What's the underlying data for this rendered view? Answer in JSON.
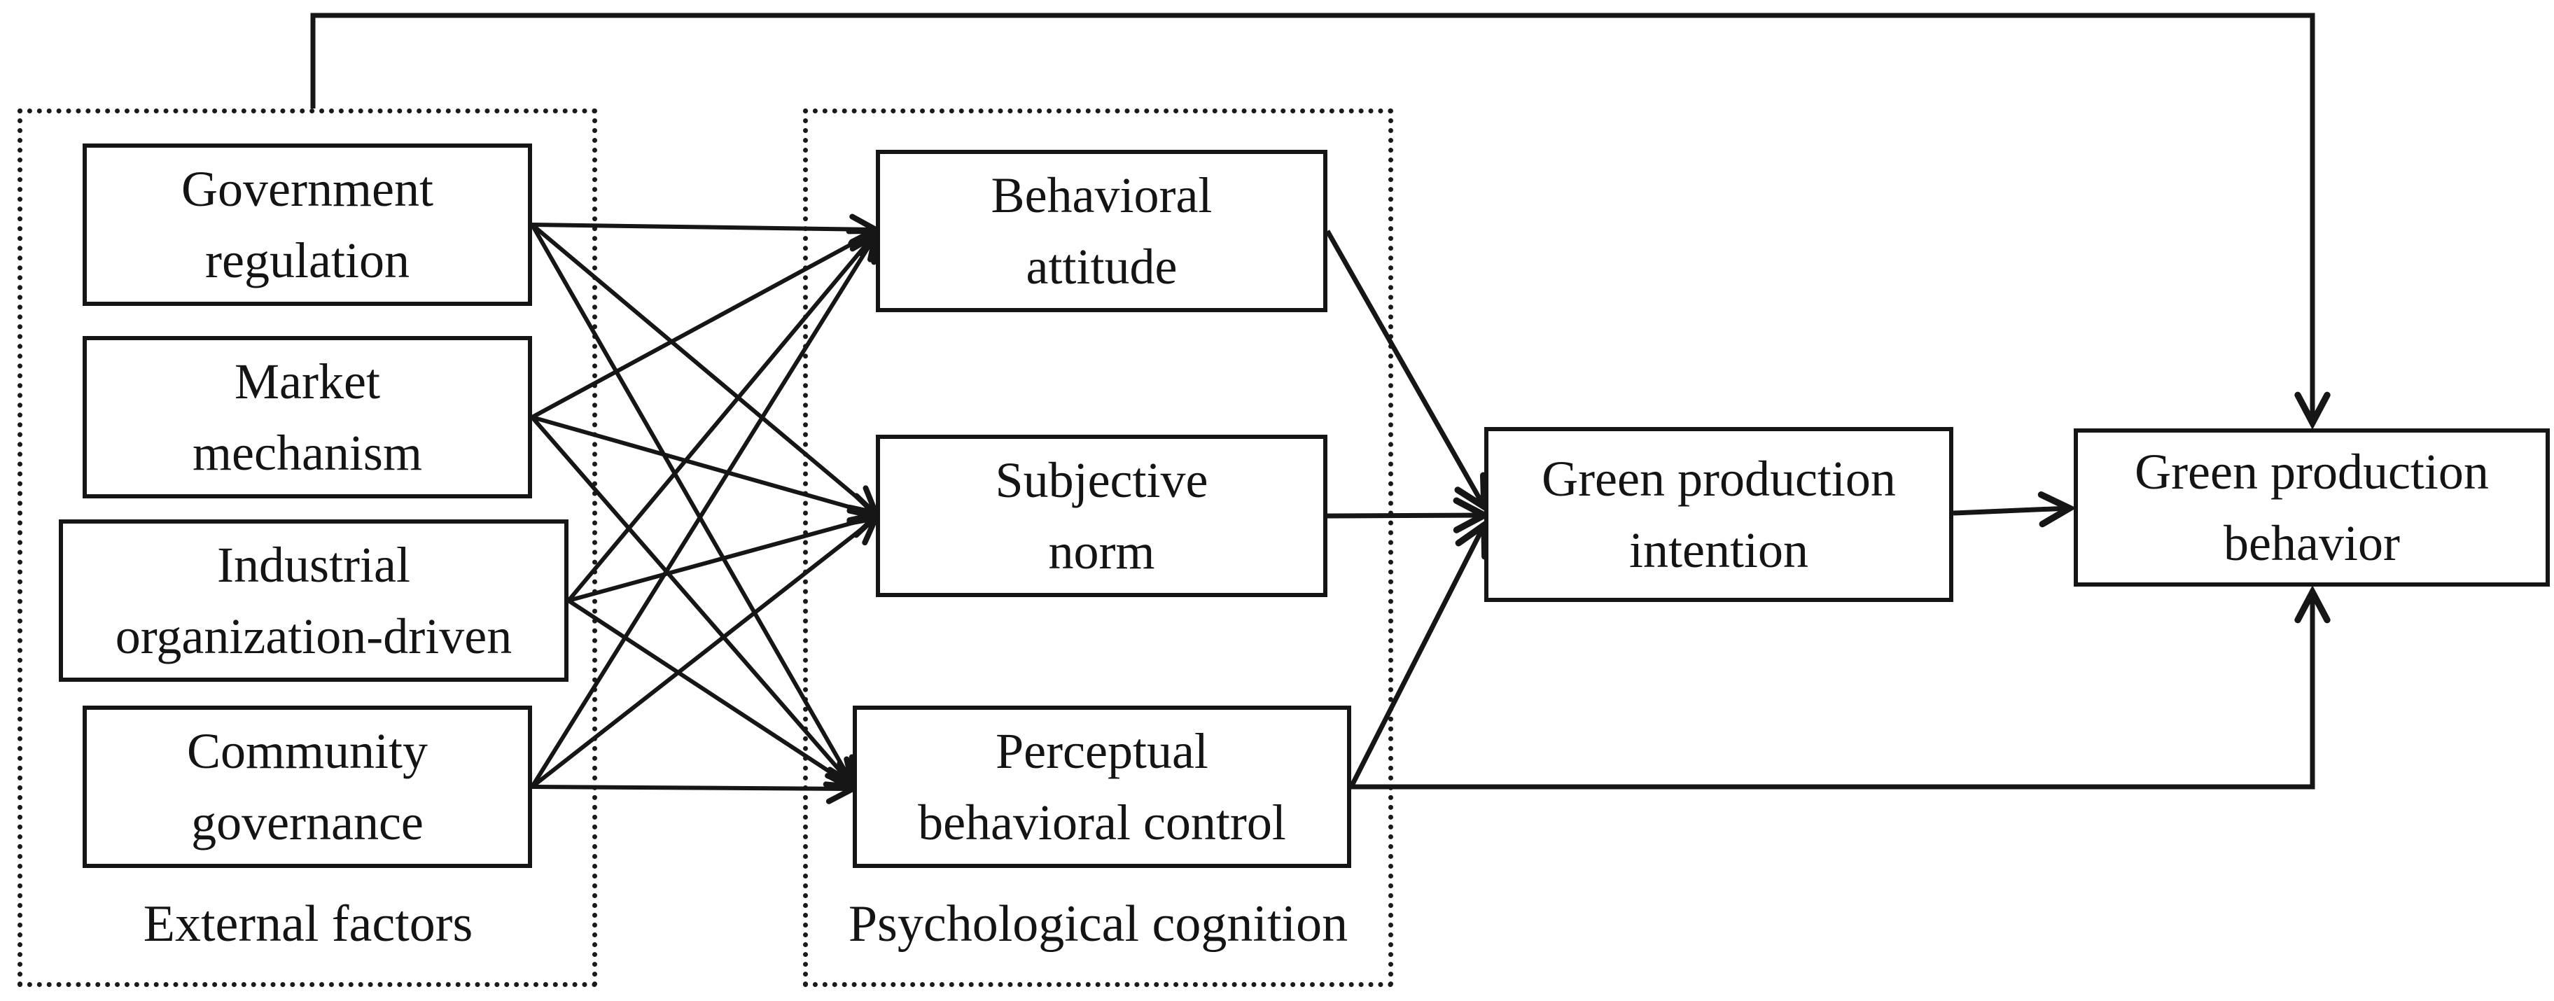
{
  "canvas": {
    "background_color": "#ffffff",
    "line_color": "#161616",
    "box_border_color": "#151515"
  },
  "groups": [
    {
      "id": "external-factors",
      "label": "External factors",
      "nodes": [
        {
          "id": "government-regulation",
          "label": "Government\nregulation"
        },
        {
          "id": "market-mechanism",
          "label": "Market\nmechanism"
        },
        {
          "id": "industrial-organization-driven",
          "label": "Industrial\norganization-driven"
        },
        {
          "id": "community-governance",
          "label": "Community\ngovernance"
        }
      ]
    },
    {
      "id": "psychological-cognition",
      "label": "Psychological cognition",
      "nodes": [
        {
          "id": "behavioral-attitude",
          "label": "Behavioral\nattitude"
        },
        {
          "id": "subjective-norm",
          "label": "Subjective\nnorm"
        },
        {
          "id": "perceptual-behavioral-control",
          "label": "Perceptual\nbehavioral control"
        }
      ]
    }
  ],
  "nodes": [
    {
      "id": "green-production-intention",
      "label": "Green production\nintention"
    },
    {
      "id": "green-production-behavior",
      "label": "Green production\nbehavior"
    }
  ],
  "edges": [
    {
      "from": "external-factors-group",
      "to": "green-production-behavior",
      "route": "top"
    },
    {
      "from": "government-regulation",
      "to": "behavioral-attitude"
    },
    {
      "from": "government-regulation",
      "to": "subjective-norm"
    },
    {
      "from": "government-regulation",
      "to": "perceptual-behavioral-control"
    },
    {
      "from": "market-mechanism",
      "to": "behavioral-attitude"
    },
    {
      "from": "market-mechanism",
      "to": "subjective-norm"
    },
    {
      "from": "market-mechanism",
      "to": "perceptual-behavioral-control"
    },
    {
      "from": "industrial-organization-driven",
      "to": "behavioral-attitude"
    },
    {
      "from": "industrial-organization-driven",
      "to": "subjective-norm"
    },
    {
      "from": "industrial-organization-driven",
      "to": "perceptual-behavioral-control"
    },
    {
      "from": "community-governance",
      "to": "behavioral-attitude"
    },
    {
      "from": "community-governance",
      "to": "subjective-norm"
    },
    {
      "from": "community-governance",
      "to": "perceptual-behavioral-control"
    },
    {
      "from": "behavioral-attitude",
      "to": "green-production-intention"
    },
    {
      "from": "subjective-norm",
      "to": "green-production-intention"
    },
    {
      "from": "perceptual-behavioral-control",
      "to": "green-production-intention"
    },
    {
      "from": "perceptual-behavioral-control",
      "to": "green-production-behavior",
      "route": "bottom"
    },
    {
      "from": "green-production-intention",
      "to": "green-production-behavior"
    }
  ]
}
